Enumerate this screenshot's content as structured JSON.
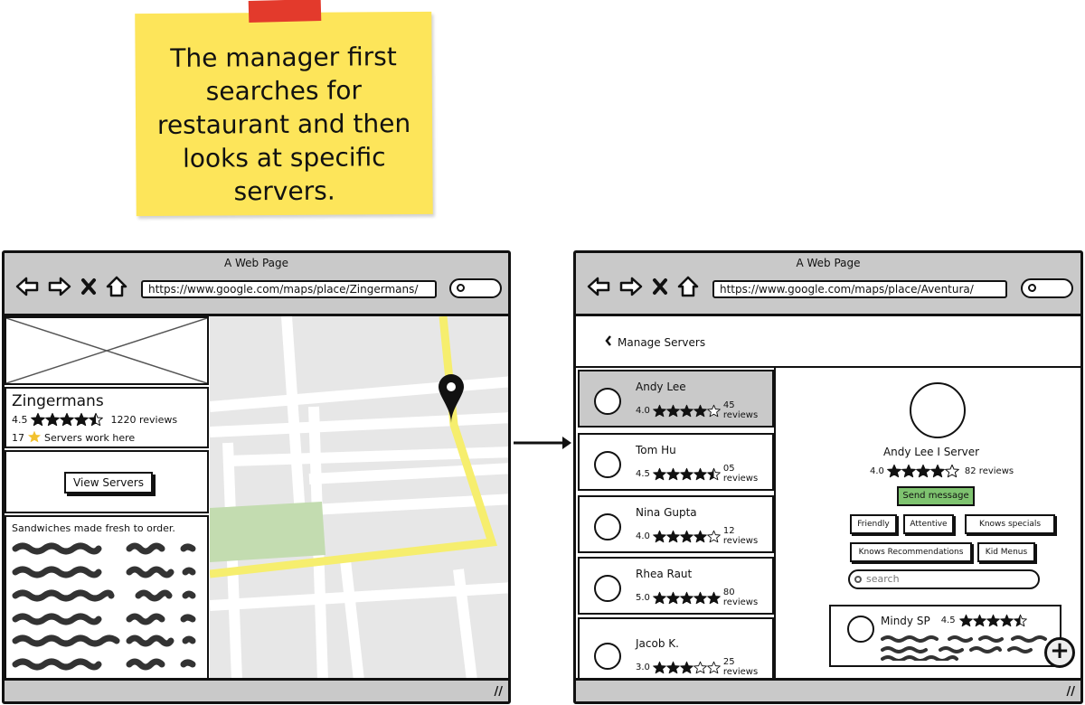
{
  "note": {
    "text": "The manager first searches for restaurant and then looks at specific servers."
  },
  "left_window": {
    "title": "A Web Page",
    "url": "https://www.google.com/maps/place/Zingermans/",
    "restaurant": {
      "name": "Zingermans",
      "rating": "4.5",
      "reviews": "1220 reviews",
      "servers_count": "17",
      "servers_label": "Servers work here"
    },
    "view_servers_label": "View Servers",
    "description": "Sandwiches made fresh to order."
  },
  "right_window": {
    "title": "A Web Page",
    "url": "https://www.google.com/maps/place/Aventura/",
    "back_label": "Manage Servers",
    "servers": [
      {
        "name": "Andy Lee",
        "rating": "4.0",
        "stars": 4,
        "reviews": "45 reviews"
      },
      {
        "name": "Tom Hu",
        "rating": "4.5",
        "stars": 4.5,
        "reviews": "05 reviews"
      },
      {
        "name": "Nina Gupta",
        "rating": "4.0",
        "stars": 4,
        "reviews": "12 reviews"
      },
      {
        "name": "Rhea Raut",
        "rating": "5.0",
        "stars": 5,
        "reviews": "80 reviews"
      },
      {
        "name": "Jacob K.",
        "rating": "3.0",
        "stars": 3,
        "reviews": "25 reviews"
      }
    ],
    "detail": {
      "name": "Andy Lee I Server",
      "rating": "4.0",
      "stars": 4,
      "reviews": "82 reviews",
      "send_label": "Send message",
      "tags": [
        "Friendly",
        "Attentive",
        "Knows specials",
        "Knows Recommendations",
        "Kid Menus"
      ],
      "search_placeholder": "search",
      "review": {
        "name": "Mindy SP",
        "rating": "4.5",
        "stars": 4.5
      }
    }
  },
  "colors": {
    "sticky": "#fde55a",
    "tape": "#e33a2c",
    "send": "#7ec36f",
    "star": "#f2c12e",
    "map_road": "#f6ee6e",
    "map_park": "#c3dcb0"
  }
}
